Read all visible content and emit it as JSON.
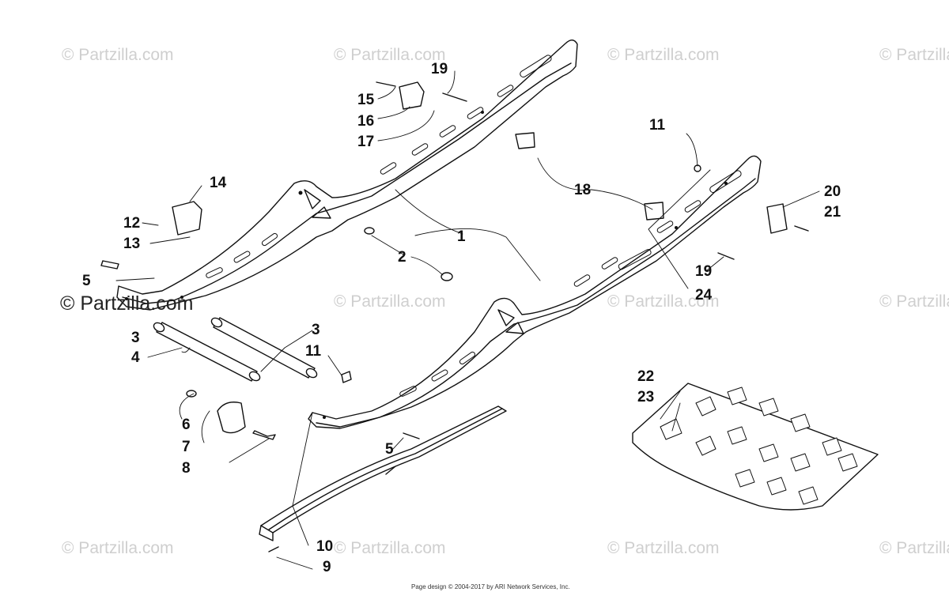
{
  "diagram": {
    "callouts": [
      {
        "id": "c1",
        "label": "1"
      },
      {
        "id": "c2",
        "label": "2"
      },
      {
        "id": "c3a",
        "label": "3"
      },
      {
        "id": "c3b",
        "label": "3"
      },
      {
        "id": "c4",
        "label": "4"
      },
      {
        "id": "c5a",
        "label": "5"
      },
      {
        "id": "c5b",
        "label": "5"
      },
      {
        "id": "c6",
        "label": "6"
      },
      {
        "id": "c7",
        "label": "7"
      },
      {
        "id": "c8",
        "label": "8"
      },
      {
        "id": "c9",
        "label": "9"
      },
      {
        "id": "c10",
        "label": "10"
      },
      {
        "id": "c11a",
        "label": "11"
      },
      {
        "id": "c11b",
        "label": "11"
      },
      {
        "id": "c12",
        "label": "12"
      },
      {
        "id": "c13",
        "label": "13"
      },
      {
        "id": "c14",
        "label": "14"
      },
      {
        "id": "c15",
        "label": "15"
      },
      {
        "id": "c16",
        "label": "16"
      },
      {
        "id": "c17",
        "label": "17"
      },
      {
        "id": "c18",
        "label": "18"
      },
      {
        "id": "c19a",
        "label": "19"
      },
      {
        "id": "c19b",
        "label": "19"
      },
      {
        "id": "c20",
        "label": "20"
      },
      {
        "id": "c21",
        "label": "21"
      },
      {
        "id": "c22",
        "label": "22"
      },
      {
        "id": "c23",
        "label": "23"
      },
      {
        "id": "c24",
        "label": "24"
      }
    ]
  },
  "watermark": {
    "text": "© Partzilla.com",
    "prominent_text": "© Partzilla.com"
  },
  "footer": {
    "text": "Page design © 2004-2017 by ARI Network Services, Inc."
  },
  "colors": {
    "line": "#111111",
    "watermark": "#cfcfcf",
    "background": "#ffffff"
  }
}
